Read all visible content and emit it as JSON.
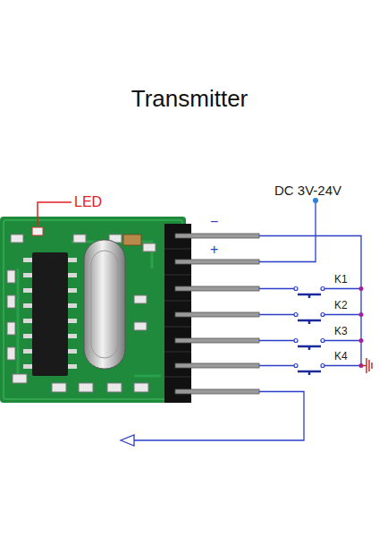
{
  "diagram": {
    "title": "Transmitter",
    "labels": [
      "LED",
      "DC 3V-24V",
      "−",
      "+",
      "K1",
      "K2",
      "K3",
      "K4"
    ]
  }
}
